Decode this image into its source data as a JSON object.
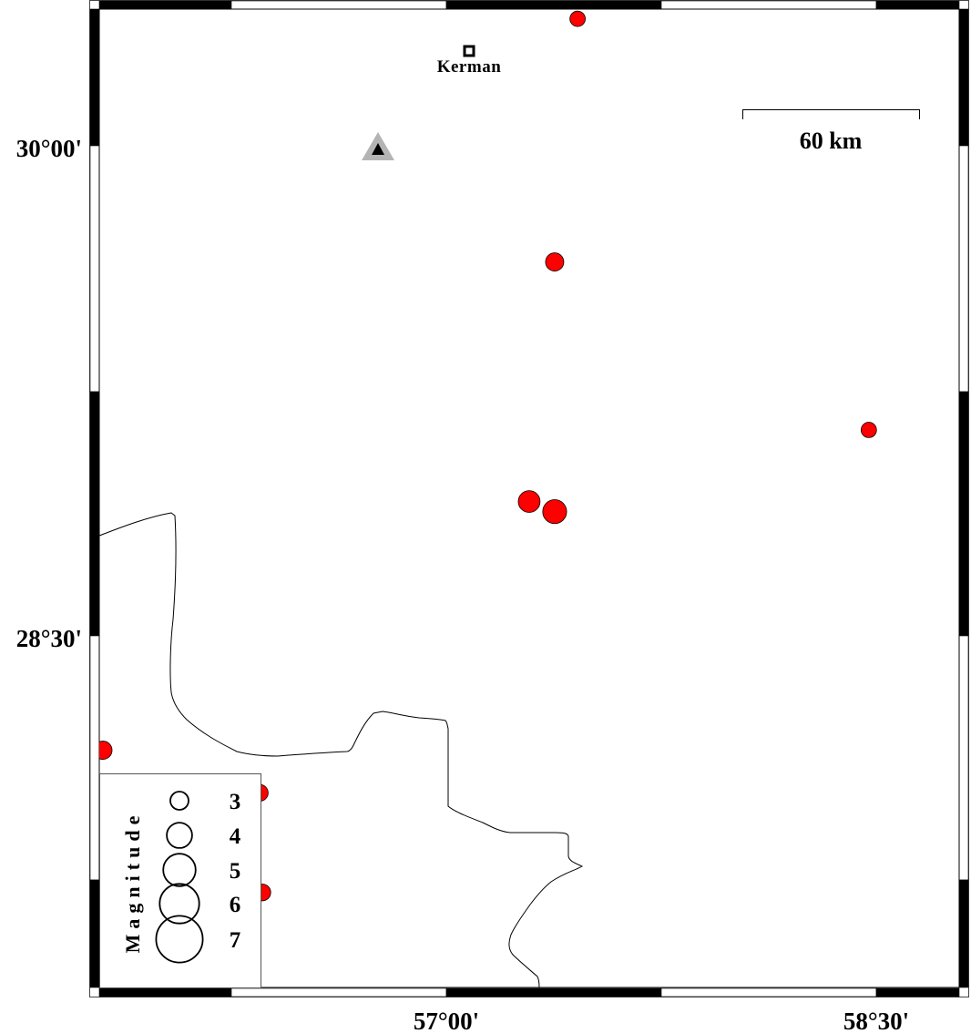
{
  "map": {
    "lat_labels": [
      "30°00'",
      "28°30'"
    ],
    "lon_labels": [
      "57°00'",
      "58°30'"
    ],
    "lat_ticks": [
      30.0,
      28.5
    ],
    "lon_ticks": [
      57.0,
      58.5
    ],
    "scale_bar": {
      "label": "60 km"
    },
    "city": {
      "name": "Kerman",
      "lon": 57.079,
      "lat": 30.29
    },
    "station": {
      "lon": 56.762,
      "lat": 29.986
    },
    "colors": {
      "event_fill": "#ff0000",
      "station_outer": "#b4b4b4",
      "frame": "#000000"
    },
    "events": [
      {
        "lon": 57.458,
        "lat": 30.39,
        "mag": 2.6
      },
      {
        "lon": 57.378,
        "lat": 29.643,
        "mag": 3.0
      },
      {
        "lon": 58.474,
        "lat": 29.127,
        "mag": 2.6
      },
      {
        "lon": 57.289,
        "lat": 28.907,
        "mag": 3.5
      },
      {
        "lon": 57.378,
        "lat": 28.876,
        "mag": 3.8
      },
      {
        "lon": 55.802,
        "lat": 28.143,
        "mag": 3.0
      },
      {
        "lon": 56.349,
        "lat": 28.012,
        "mag": 2.8
      },
      {
        "lon": 56.358,
        "lat": 27.706,
        "mag": 2.8
      }
    ]
  },
  "legend": {
    "title": "Magnitude",
    "items": [
      {
        "label": "3",
        "mag": 3
      },
      {
        "label": "4",
        "mag": 4
      },
      {
        "label": "5",
        "mag": 5
      },
      {
        "label": "6",
        "mag": 6
      },
      {
        "label": "7",
        "mag": 7
      }
    ]
  }
}
